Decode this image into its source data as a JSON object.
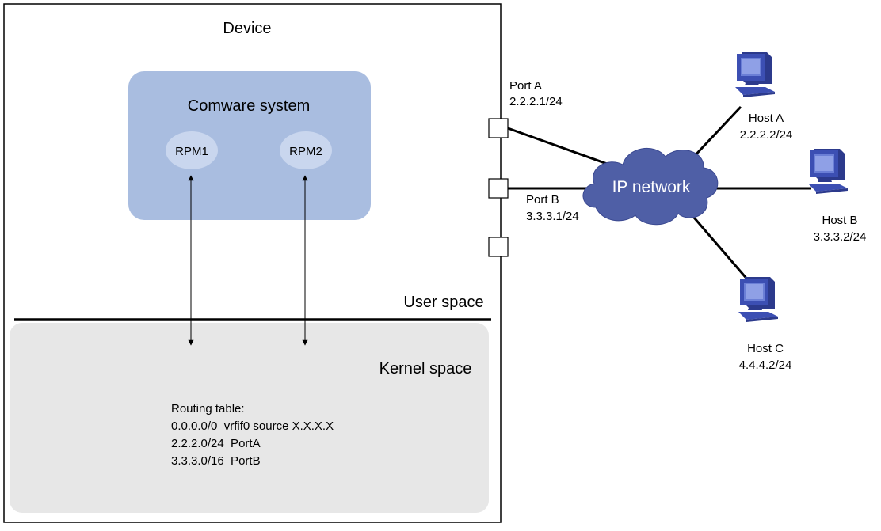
{
  "device": {
    "label": "Device"
  },
  "comware": {
    "label": "Comware system",
    "rpm1": "RPM1",
    "rpm2": "RPM2"
  },
  "user_space": {
    "label": "User space"
  },
  "kernel_space": {
    "label": "Kernel space",
    "routing_table": {
      "title": "Routing table:",
      "entries": [
        "0.0.0.0/0  vrfif0 source X.X.X.X",
        "2.2.2.0/24  PortA",
        "3.3.3.0/16  PortB"
      ]
    }
  },
  "ports": {
    "a": {
      "name": "Port A",
      "ip": "2.2.2.1/24"
    },
    "b": {
      "name": "Port B",
      "ip": "3.3.3.1/24"
    }
  },
  "network": {
    "label": "IP network"
  },
  "hosts": {
    "a": {
      "name": "Host A",
      "ip": "2.2.2.2/24"
    },
    "b": {
      "name": "Host B",
      "ip": "3.3.3.2/24"
    },
    "c": {
      "name": "Host C",
      "ip": "4.4.4.2/24"
    }
  },
  "colors": {
    "comware_fill": "#a9bde0",
    "rpm_fill": "#c9d6ee",
    "kernel_fill": "#e7e7e7",
    "cloud_fill": "#4f5fa6",
    "computer_blue": "#3c4fb3"
  }
}
